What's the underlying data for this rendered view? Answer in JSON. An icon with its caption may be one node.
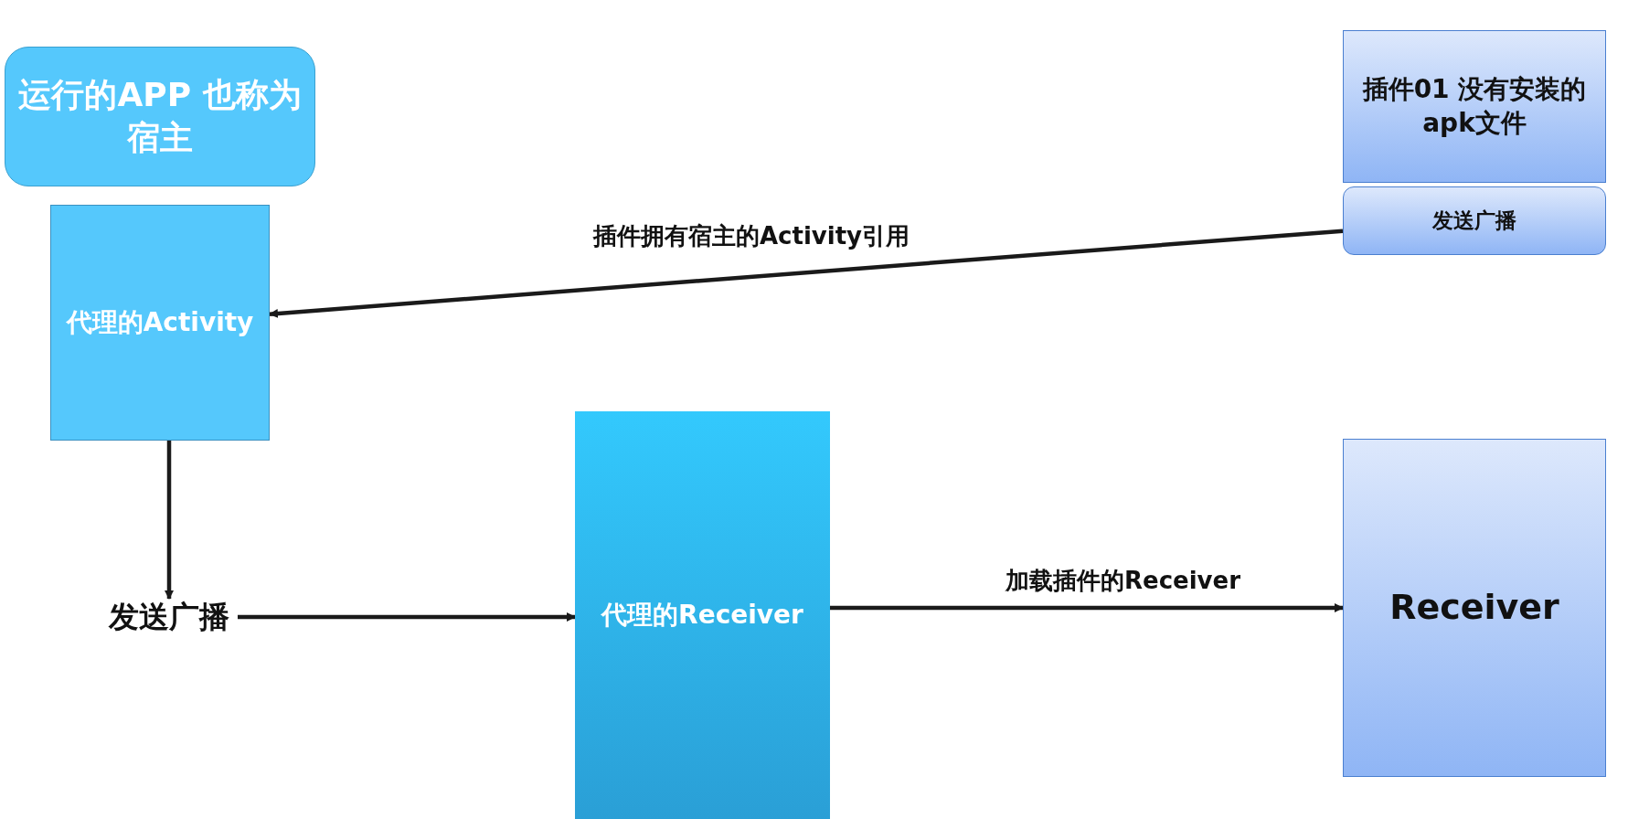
{
  "diagram": {
    "nodes": [
      {
        "text": [
          "运行的APP 也称为宿主"
        ]
      },
      {
        "text": [
          "代理的Activity"
        ]
      },
      {
        "text": [
          "插件01 没有安装的apk文件"
        ]
      },
      {
        "text": [
          "发送广播"
        ]
      },
      {
        "text": [
          "发送广播"
        ]
      },
      {
        "text": [
          "代理的Receiver"
        ]
      },
      {
        "text": [
          "Receiver"
        ]
      }
    ],
    "edges": [
      {
        "from": 3,
        "to": 1,
        "arrow": "to",
        "label": "插件拥有宿主的Activity引用"
      },
      {
        "from": 1,
        "to": 4,
        "arrow": "to"
      },
      {
        "from": 4,
        "to": 5,
        "arrow": "to"
      },
      {
        "from": 5,
        "to": 6,
        "arrow": "to",
        "label": "加载插件的Receiver"
      }
    ]
  }
}
